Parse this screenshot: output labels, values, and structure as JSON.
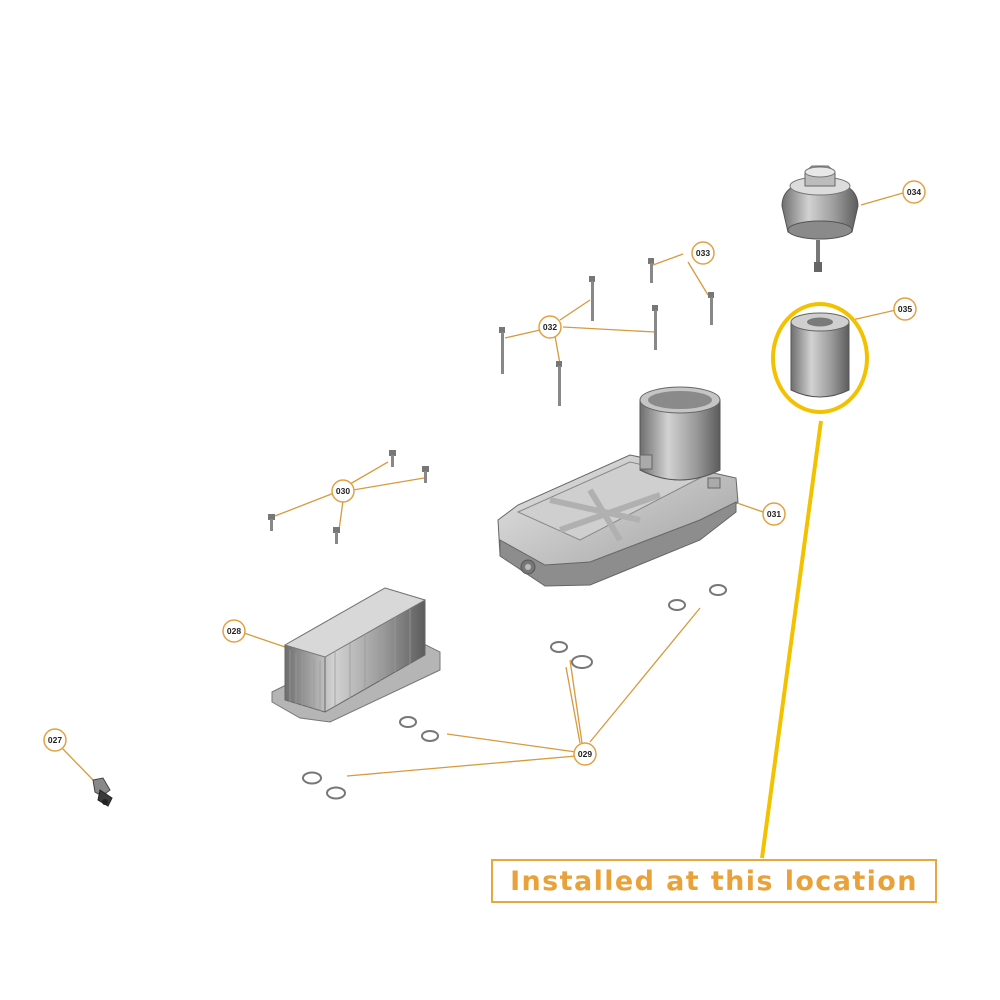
{
  "callouts": {
    "c027": "027",
    "c028": "028",
    "c029": "029",
    "c030": "030",
    "c031": "031",
    "c032": "032",
    "c033": "033",
    "c034": "034",
    "c035": "035"
  },
  "banner": {
    "text": "Installed at this location"
  },
  "colors": {
    "leader": "#d79a3c",
    "highlight": "#f2c200",
    "callout_ring": "#e3a043",
    "banner_text": "#e9a23a"
  },
  "icons": [
    "oil-filter-cap-icon",
    "oil-filter-element-icon",
    "oil-filter-housing-icon",
    "oil-cooler-icon",
    "bolt-icon",
    "o-ring-icon",
    "sensor-icon"
  ]
}
